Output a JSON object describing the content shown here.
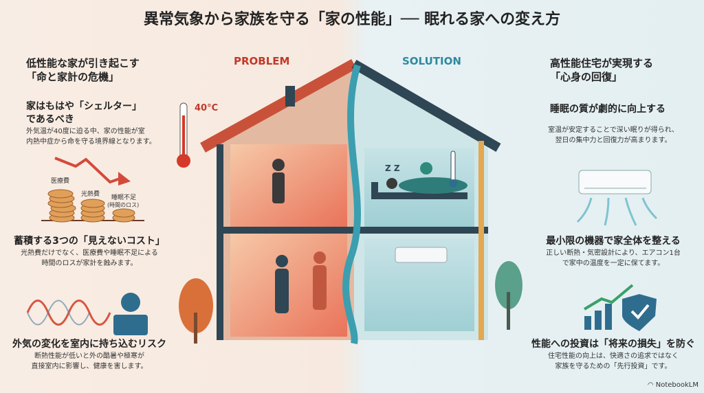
{
  "title": "異常気象から家族を守る「家の性能」── 眠れる家への変え方",
  "left": {
    "heading_l1": "低性能な家が引き起こす",
    "heading_l2": "「命と家計の危機」",
    "s1_title_l1": "家はもはや「シェルター」",
    "s1_title_l2": "であるべき",
    "s1_body_l1": "外気温が40度に迫る中、家の性能が室",
    "s1_body_l2": "内熱中症から命を守る境界線となります。",
    "coin_labels": [
      "医療費",
      "光熱費",
      "睡眠不足",
      "(時間のロス)"
    ],
    "s2_title": "蓄積する3つの「見えないコスト」",
    "s2_body_l1": "光熱費だけでなく、医療費や睡眠不足による",
    "s2_body_l2": "時間のロスが家計を蝕みます。",
    "s3_title": "外気の変化を室内に持ち込むリスク",
    "s3_body_l1": "断熱性能が低いと外の酷暑や極寒が",
    "s3_body_l2": "直接室内に影響し、健康を害します。"
  },
  "center": {
    "problem_label": "PROBLEM",
    "solution_label": "SOLUTION",
    "temperature": "40°C",
    "sleep_z": "Z Z"
  },
  "right": {
    "heading_l1": "高性能住宅が実現する",
    "heading_l2": "「心身の回復」",
    "s1_title": "睡眠の質が劇的に向上する",
    "s1_body_l1": "室温が安定することで深い眠りが得られ、",
    "s1_body_l2": "翌日の集中力と回復力が高まります。",
    "s2_title": "最小限の機器で家全体を整える",
    "s2_body_l1": "正しい断熱・気密設計により、エアコン1台",
    "s2_body_l2": "で家中の温度を一定に保てます。",
    "s3_title": "性能への投資は「将来の損失」を防ぐ",
    "s3_body_l1": "住宅性能の向上は、快適さの追求ではなく",
    "s3_body_l2": "家族を守るための「先行投資」です。"
  },
  "branding": "NotebookLM",
  "colors": {
    "problem": "#c0392b",
    "solution": "#2c8aa0",
    "house_roof": "#2f4654"
  }
}
